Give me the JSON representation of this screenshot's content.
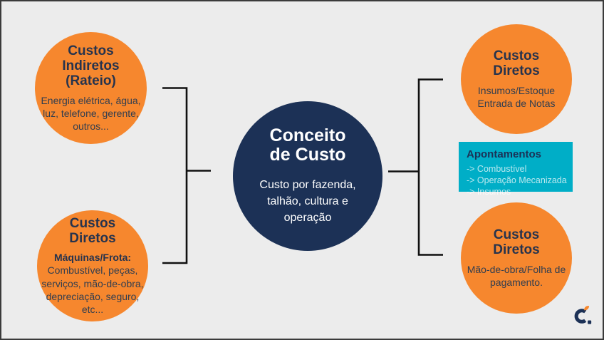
{
  "slide": {
    "description": "Concept diagram slide: cost concept with direct and indirect cost nodes"
  },
  "colors": {
    "background": "#ECECEC",
    "border": "#3B3B3B",
    "orange": "#F6872E",
    "navy": "#1C3156",
    "teal": "#00AEC7",
    "connector": "#101010",
    "heading_text": "#26334D",
    "body_text": "#323E4F",
    "callout_item_text": "rgba(255,255,255,0.72)"
  },
  "icons": {
    "brand_logo": "c-flame-logo"
  },
  "nodes": {
    "top_left": {
      "heading": "Custos\nIndiretos\n(Rateio)",
      "body": "Energia elétrica, água,\nluz, telefone, gerente,\noutros..."
    },
    "bottom_left": {
      "heading": "Custos\nDiretos",
      "subheading": "Máquinas/Frota:",
      "body": "Combustível, peças,\nserviços, mão-de-obra,\ndepreciação, seguro,\netc..."
    },
    "center": {
      "heading": "Conceito\nde Custo",
      "body": "Custo por fazenda,\ntalhão, cultura e\noperação"
    },
    "top_right": {
      "heading": "Custos\nDiretos",
      "body": "Insumos/Estoque\nEntrada de Notas"
    },
    "bottom_right": {
      "heading": "Custos\nDiretos",
      "body": "Mão-de-obra/Folha de\npagamento."
    }
  },
  "callout": {
    "title": "Apontamentos",
    "items": [
      "-> Combustível",
      "-> Operação Mecanizada",
      "-> Insumos"
    ]
  }
}
